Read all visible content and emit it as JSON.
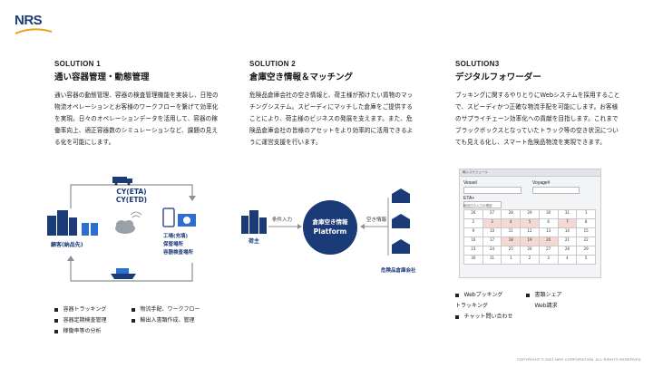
{
  "brand": {
    "logo_text": "NRS"
  },
  "solutions": [
    {
      "num": "SOLUTION 1",
      "title": "通い容器管理・動態管理",
      "body": "通い容器の動態管理、容器の検査管理機能を実装し、日陸の物流オペレーションとお客様のワークフローを繋げて効率化を実現。日々のオペレーションデータを活用して、容器の稼働率向上、適正容器数のシミュレーションなど、課題の見える化を可能にします。"
    },
    {
      "num": "SOLUTION 2",
      "title": "倉庫空き情報＆マッチング",
      "body": "危険品倉庫会社の空き情報と、荷主様が預けたい貨物のマッチングシステム。スピーディにマッチした倉庫をご提供することにより、荷主様のビジネスの発展を支えます。また、危険品倉庫会社の皆様のアセットをより効率的に活用できるように運営支援を行います。"
    },
    {
      "num": "SOLUTION3",
      "title": "デジタルフォワーダー",
      "body": "ブッキングに関するやりとりにWebシステムを採用することで、スピーディかつ正確な物流手配を可能にします。お客様のサプライチェーン効率化への貢献を目指します。これまでブラックボックスとなっていたトラック等の空き状況についても見える化し、スマート危険品物流を実現できます。"
    }
  ],
  "diagram1": {
    "cy_eta": "CY(ETA)",
    "cy_etd": "CY(ETD)",
    "customer": "顧客(納品先)",
    "facility": [
      "工場(充填)",
      "保管場所",
      "容器検査場所"
    ]
  },
  "diagram2": {
    "platform_line1": "倉庫空き情報",
    "platform_line2": "Platform",
    "shipper": "荷主",
    "input_label": "条件入力",
    "info_label": "空き情報",
    "warehouse": "危険品倉庫会社"
  },
  "app": {
    "title": "輸入スケジュール",
    "vessel_label": "Vessel",
    "voyage_label": "Voyage#",
    "eta_label": "ETA+",
    "note": "輸送日の入力の確認",
    "cal_rows": [
      [
        "26",
        "27",
        "28",
        "29",
        "30",
        "31",
        "1"
      ],
      [
        "2",
        "3",
        "4",
        "5",
        "6",
        "7",
        "8"
      ],
      [
        "9",
        "10",
        "11",
        "12",
        "13",
        "14",
        "15"
      ],
      [
        "16",
        "17",
        "18",
        "19",
        "20",
        "21",
        "22"
      ],
      [
        "23",
        "24",
        "25",
        "26",
        "27",
        "28",
        "29"
      ],
      [
        "30",
        "31",
        "1",
        "2",
        "3",
        "4",
        "5"
      ]
    ]
  },
  "bullets1": [
    "容器トラッキング",
    "物流手配、ワークフロー",
    "容器定期検査管理",
    "輸出入書類作成、管理",
    "稼働率等の分析"
  ],
  "bullets3": [
    "Webブッキング",
    "書類シェア",
    "トラッキング",
    "Web請求",
    "チャット問い合わせ"
  ],
  "footer": "COPYRIGHT © 2021 NRS CORPORATION. ALL RIGHTS RESERVED."
}
